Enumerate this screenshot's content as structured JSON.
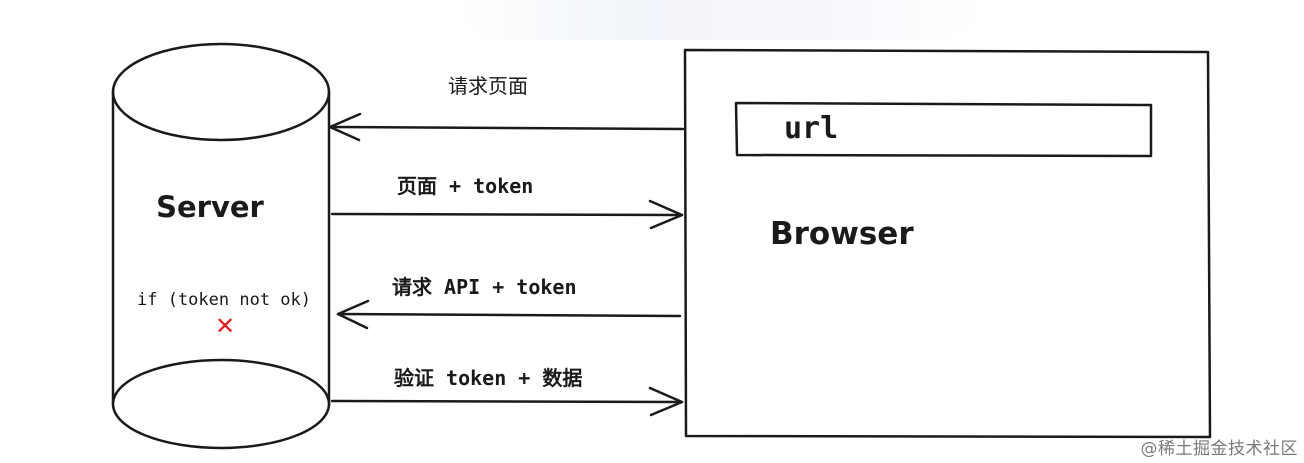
{
  "server": {
    "label": "Server",
    "condition": "if (token not ok)",
    "fail_mark": "✕"
  },
  "browser": {
    "label": "Browser",
    "url_bar": "url"
  },
  "arrows": [
    {
      "label": "请求页面",
      "direction": "browser-to-server"
    },
    {
      "label": "页面 + token",
      "direction": "server-to-browser"
    },
    {
      "label": "请求 API + token",
      "direction": "browser-to-server"
    },
    {
      "label": "验证 token + 数据",
      "direction": "server-to-browser"
    }
  ],
  "watermark": "@稀土掘金技术社区",
  "colors": {
    "stroke": "#1a1a1a",
    "fail": "#e02020"
  }
}
